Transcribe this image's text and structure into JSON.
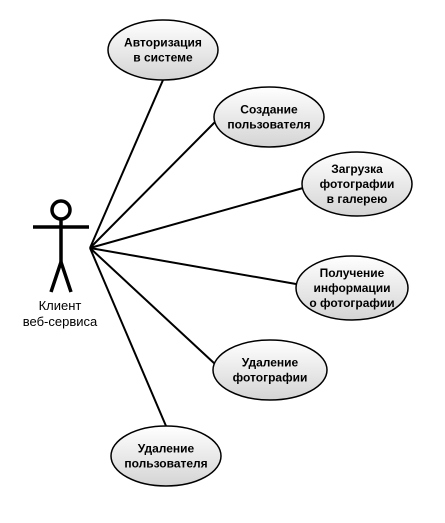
{
  "actor": {
    "name_lines": [
      "Клиент",
      "веб-сервиса"
    ]
  },
  "use_cases": [
    {
      "id": "auth",
      "lines": [
        "Авторизация",
        "в системе"
      ]
    },
    {
      "id": "create-user",
      "lines": [
        "Создание",
        "пользователя"
      ]
    },
    {
      "id": "upload-photo",
      "lines": [
        "Загрузка",
        "фотографии",
        "в галерею"
      ]
    },
    {
      "id": "photo-info",
      "lines": [
        "Получение",
        "информации",
        "о фотографии"
      ]
    },
    {
      "id": "delete-photo",
      "lines": [
        "Удаление",
        "фотографии"
      ]
    },
    {
      "id": "delete-user",
      "lines": [
        "Удаление",
        "пользователя"
      ]
    }
  ],
  "colors": {
    "ellipse_fill_top": "#ffffff",
    "ellipse_fill_bottom": "#d4d4d4",
    "stroke": "#000000"
  }
}
